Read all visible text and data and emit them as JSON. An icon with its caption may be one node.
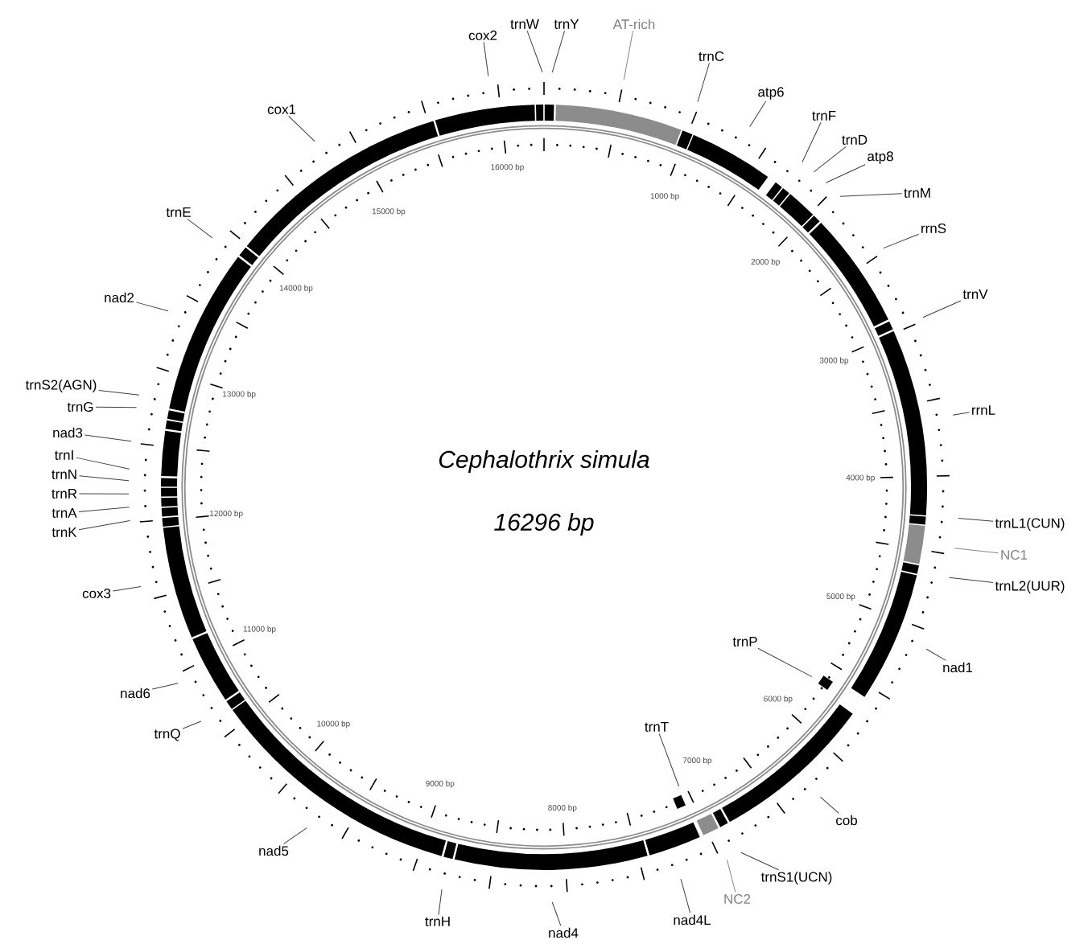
{
  "diagram": {
    "nodes": [
      {
        "text": [
          "cox2"
        ]
      },
      {
        "text": [
          "trnW"
        ]
      },
      {
        "text": [
          "trnY"
        ]
      },
      {
        "text": [
          "AT-rich"
        ]
      },
      {
        "text": [
          "trnC"
        ]
      },
      {
        "text": [
          "atp6"
        ]
      },
      {
        "text": [
          "trnF"
        ]
      },
      {
        "text": [
          "trnD"
        ]
      },
      {
        "text": [
          "atp8"
        ]
      },
      {
        "text": [
          "trnM"
        ]
      },
      {
        "text": [
          "rrnS"
        ]
      },
      {
        "text": [
          "trnV"
        ]
      },
      {
        "text": [
          "rrnL"
        ]
      },
      {
        "text": [
          "trnL1(CUN)"
        ]
      },
      {
        "text": [
          "NC1"
        ]
      },
      {
        "text": [
          "trnL2(UUR)"
        ]
      },
      {
        "text": [
          "nad1"
        ]
      },
      {
        "text": [
          "trnP"
        ]
      },
      {
        "text": [
          "cob"
        ]
      },
      {
        "text": [
          "trnS1(UCN)"
        ]
      },
      {
        "text": [
          "NC2"
        ]
      },
      {
        "text": [
          "trnT"
        ]
      },
      {
        "text": [
          "nad4L"
        ]
      },
      {
        "text": [
          "nad4"
        ]
      },
      {
        "text": [
          "trnH"
        ]
      },
      {
        "text": [
          "nad5"
        ]
      },
      {
        "text": [
          "trnQ"
        ]
      },
      {
        "text": [
          "nad6"
        ]
      },
      {
        "text": [
          "cox3"
        ]
      },
      {
        "text": [
          "trnK"
        ]
      },
      {
        "text": [
          "trnA"
        ]
      },
      {
        "text": [
          "trnR"
        ]
      },
      {
        "text": [
          "trnN"
        ]
      },
      {
        "text": [
          "trnI"
        ]
      },
      {
        "text": [
          "nad3"
        ]
      },
      {
        "text": [
          "trnG"
        ]
      },
      {
        "text": [
          "trnS2(AGN)"
        ]
      },
      {
        "text": [
          "nad2"
        ]
      },
      {
        "text": [
          "trnE"
        ]
      },
      {
        "text": [
          "cox1"
        ]
      }
    ],
    "edges": [
      {
        "from": 0,
        "to": null,
        "arrow": "none"
      },
      {
        "from": 1,
        "to": null,
        "arrow": "none"
      },
      {
        "from": 2,
        "to": null,
        "arrow": "none"
      },
      {
        "from": 3,
        "to": null,
        "arrow": "none",
        "color": "#888888"
      },
      {
        "from": 4,
        "to": null,
        "arrow": "none"
      },
      {
        "from": 5,
        "to": null,
        "arrow": "none"
      },
      {
        "from": 6,
        "to": null,
        "arrow": "none"
      },
      {
        "from": 7,
        "to": null,
        "arrow": "none"
      },
      {
        "from": 8,
        "to": null,
        "arrow": "none"
      },
      {
        "from": 9,
        "to": null,
        "arrow": "none"
      },
      {
        "from": 10,
        "to": null,
        "arrow": "none"
      },
      {
        "from": 11,
        "to": null,
        "arrow": "none"
      },
      {
        "from": 12,
        "to": null,
        "arrow": "none"
      },
      {
        "from": 13,
        "to": null,
        "arrow": "none"
      },
      {
        "from": 14,
        "to": null,
        "arrow": "none",
        "color": "#888888"
      },
      {
        "from": 15,
        "to": null,
        "arrow": "none"
      },
      {
        "from": 16,
        "to": null,
        "arrow": "none"
      },
      {
        "from": 17,
        "to": null,
        "arrow": "none"
      },
      {
        "from": 18,
        "to": null,
        "arrow": "none"
      },
      {
        "from": 19,
        "to": null,
        "arrow": "none"
      },
      {
        "from": 20,
        "to": null,
        "arrow": "none",
        "color": "#888888"
      },
      {
        "from": 21,
        "to": null,
        "arrow": "none"
      },
      {
        "from": 22,
        "to": null,
        "arrow": "none"
      },
      {
        "from": 23,
        "to": null,
        "arrow": "none"
      },
      {
        "from": 24,
        "to": null,
        "arrow": "none"
      },
      {
        "from": 25,
        "to": null,
        "arrow": "none"
      },
      {
        "from": 26,
        "to": null,
        "arrow": "none"
      },
      {
        "from": 27,
        "to": null,
        "arrow": "none"
      },
      {
        "from": 28,
        "to": null,
        "arrow": "none"
      },
      {
        "from": 29,
        "to": null,
        "arrow": "none"
      },
      {
        "from": 30,
        "to": null,
        "arrow": "none"
      },
      {
        "from": 31,
        "to": null,
        "arrow": "none"
      },
      {
        "from": 32,
        "to": null,
        "arrow": "none"
      },
      {
        "from": 33,
        "to": null,
        "arrow": "none"
      },
      {
        "from": 34,
        "to": null,
        "arrow": "none"
      },
      {
        "from": 35,
        "to": null,
        "arrow": "none"
      },
      {
        "from": 36,
        "to": null,
        "arrow": "none"
      },
      {
        "from": 37,
        "to": null,
        "arrow": "none"
      },
      {
        "from": 38,
        "to": null,
        "arrow": "none"
      },
      {
        "from": 39,
        "to": null,
        "arrow": "none"
      }
    ],
    "labels": [
      "Cephalothrix simula",
      "16296 bp",
      "1000 bp",
      "2000 bp",
      "3000 bp",
      "4000 bp",
      "5000 bp",
      "6000 bp",
      "7000 bp",
      "8000 bp",
      "9000 bp",
      "10000 bp",
      "11000 bp",
      "12000 bp",
      "13000 bp",
      "14000 bp",
      "15000 bp",
      "16000 bp"
    ]
  }
}
